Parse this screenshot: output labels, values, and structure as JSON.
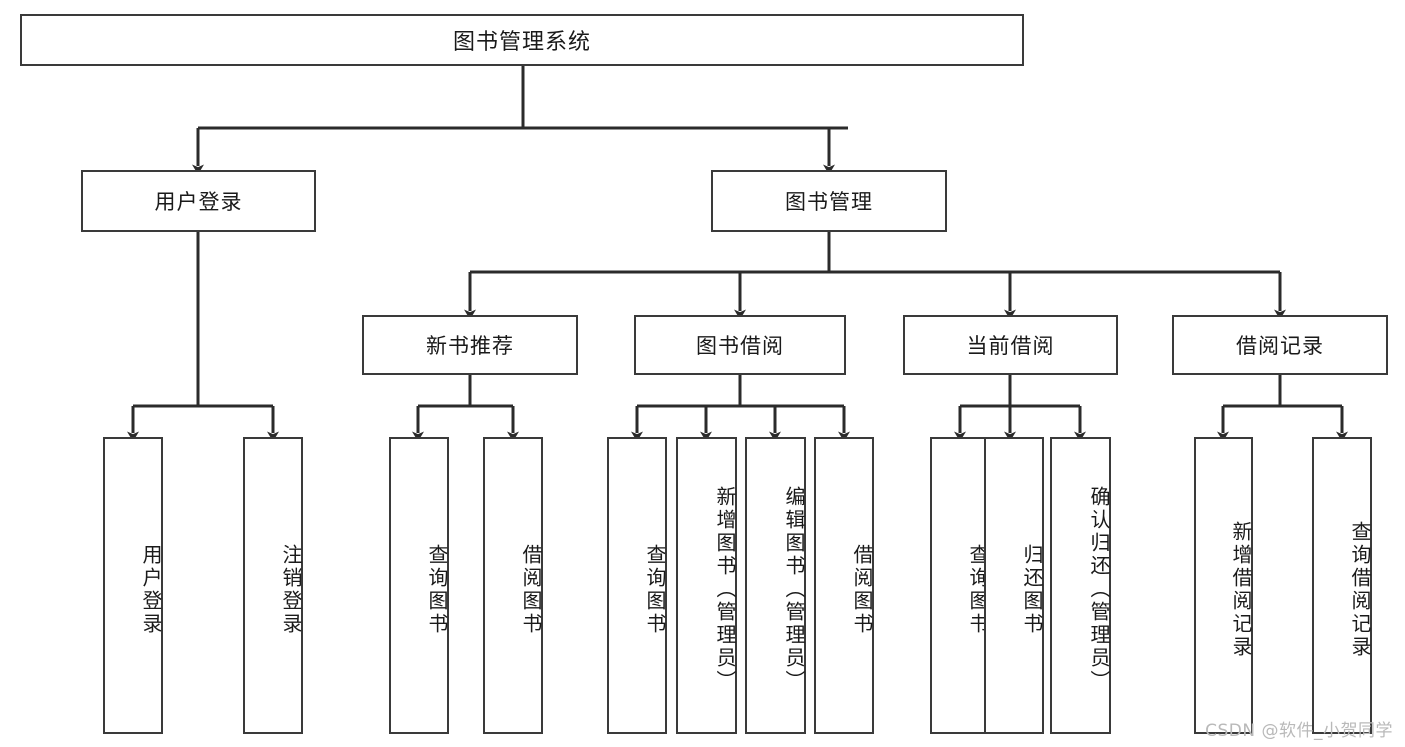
{
  "diagram": {
    "title": "图书管理系统",
    "type": "tree-hierarchy",
    "root": {
      "id": "root",
      "label": "图书管理系统"
    },
    "level2": [
      {
        "id": "user-login",
        "label": "用户登录"
      },
      {
        "id": "book-manage",
        "label": "图书管理"
      }
    ],
    "level3": [
      {
        "id": "new-book-rec",
        "label": "新书推荐"
      },
      {
        "id": "book-borrow",
        "label": "图书借阅"
      },
      {
        "id": "current-borrow",
        "label": "当前借阅"
      },
      {
        "id": "borrow-record",
        "label": "借阅记录"
      }
    ],
    "leaves": {
      "user_login": [
        {
          "id": "leaf-user-login",
          "label": "用户登录"
        },
        {
          "id": "leaf-logout-login",
          "label": "注销登录"
        }
      ],
      "new_book_rec": [
        {
          "id": "leaf-query-book-1",
          "label": "查询图书"
        },
        {
          "id": "leaf-borrow-book-1",
          "label": "借阅图书"
        }
      ],
      "book_borrow": [
        {
          "id": "leaf-query-book-2",
          "label": "查询图书"
        },
        {
          "id": "leaf-add-book",
          "label": "新增图书（管理员）"
        },
        {
          "id": "leaf-edit-book",
          "label": "编辑图书（管理员）"
        },
        {
          "id": "leaf-borrow-book-2",
          "label": "借阅图书"
        }
      ],
      "current_borrow": [
        {
          "id": "leaf-query-book-3",
          "label": "查询图书"
        },
        {
          "id": "leaf-return-book",
          "label": "归还图书"
        },
        {
          "id": "leaf-confirm-return",
          "label": "确认归还（管理员）"
        }
      ],
      "borrow_record": [
        {
          "id": "leaf-add-record",
          "label": "新增借阅记录"
        },
        {
          "id": "leaf-query-record",
          "label": "查询借阅记录"
        }
      ]
    }
  },
  "watermark": {
    "text": "CSDN @软件_小贺同学"
  },
  "colors": {
    "box_border": "#3a3a3a",
    "box_fill": "#ffffff",
    "connector": "#2b2b2b",
    "text": "#1a1a1a",
    "watermark": "#b9b9b9",
    "background": "#ffffff"
  }
}
